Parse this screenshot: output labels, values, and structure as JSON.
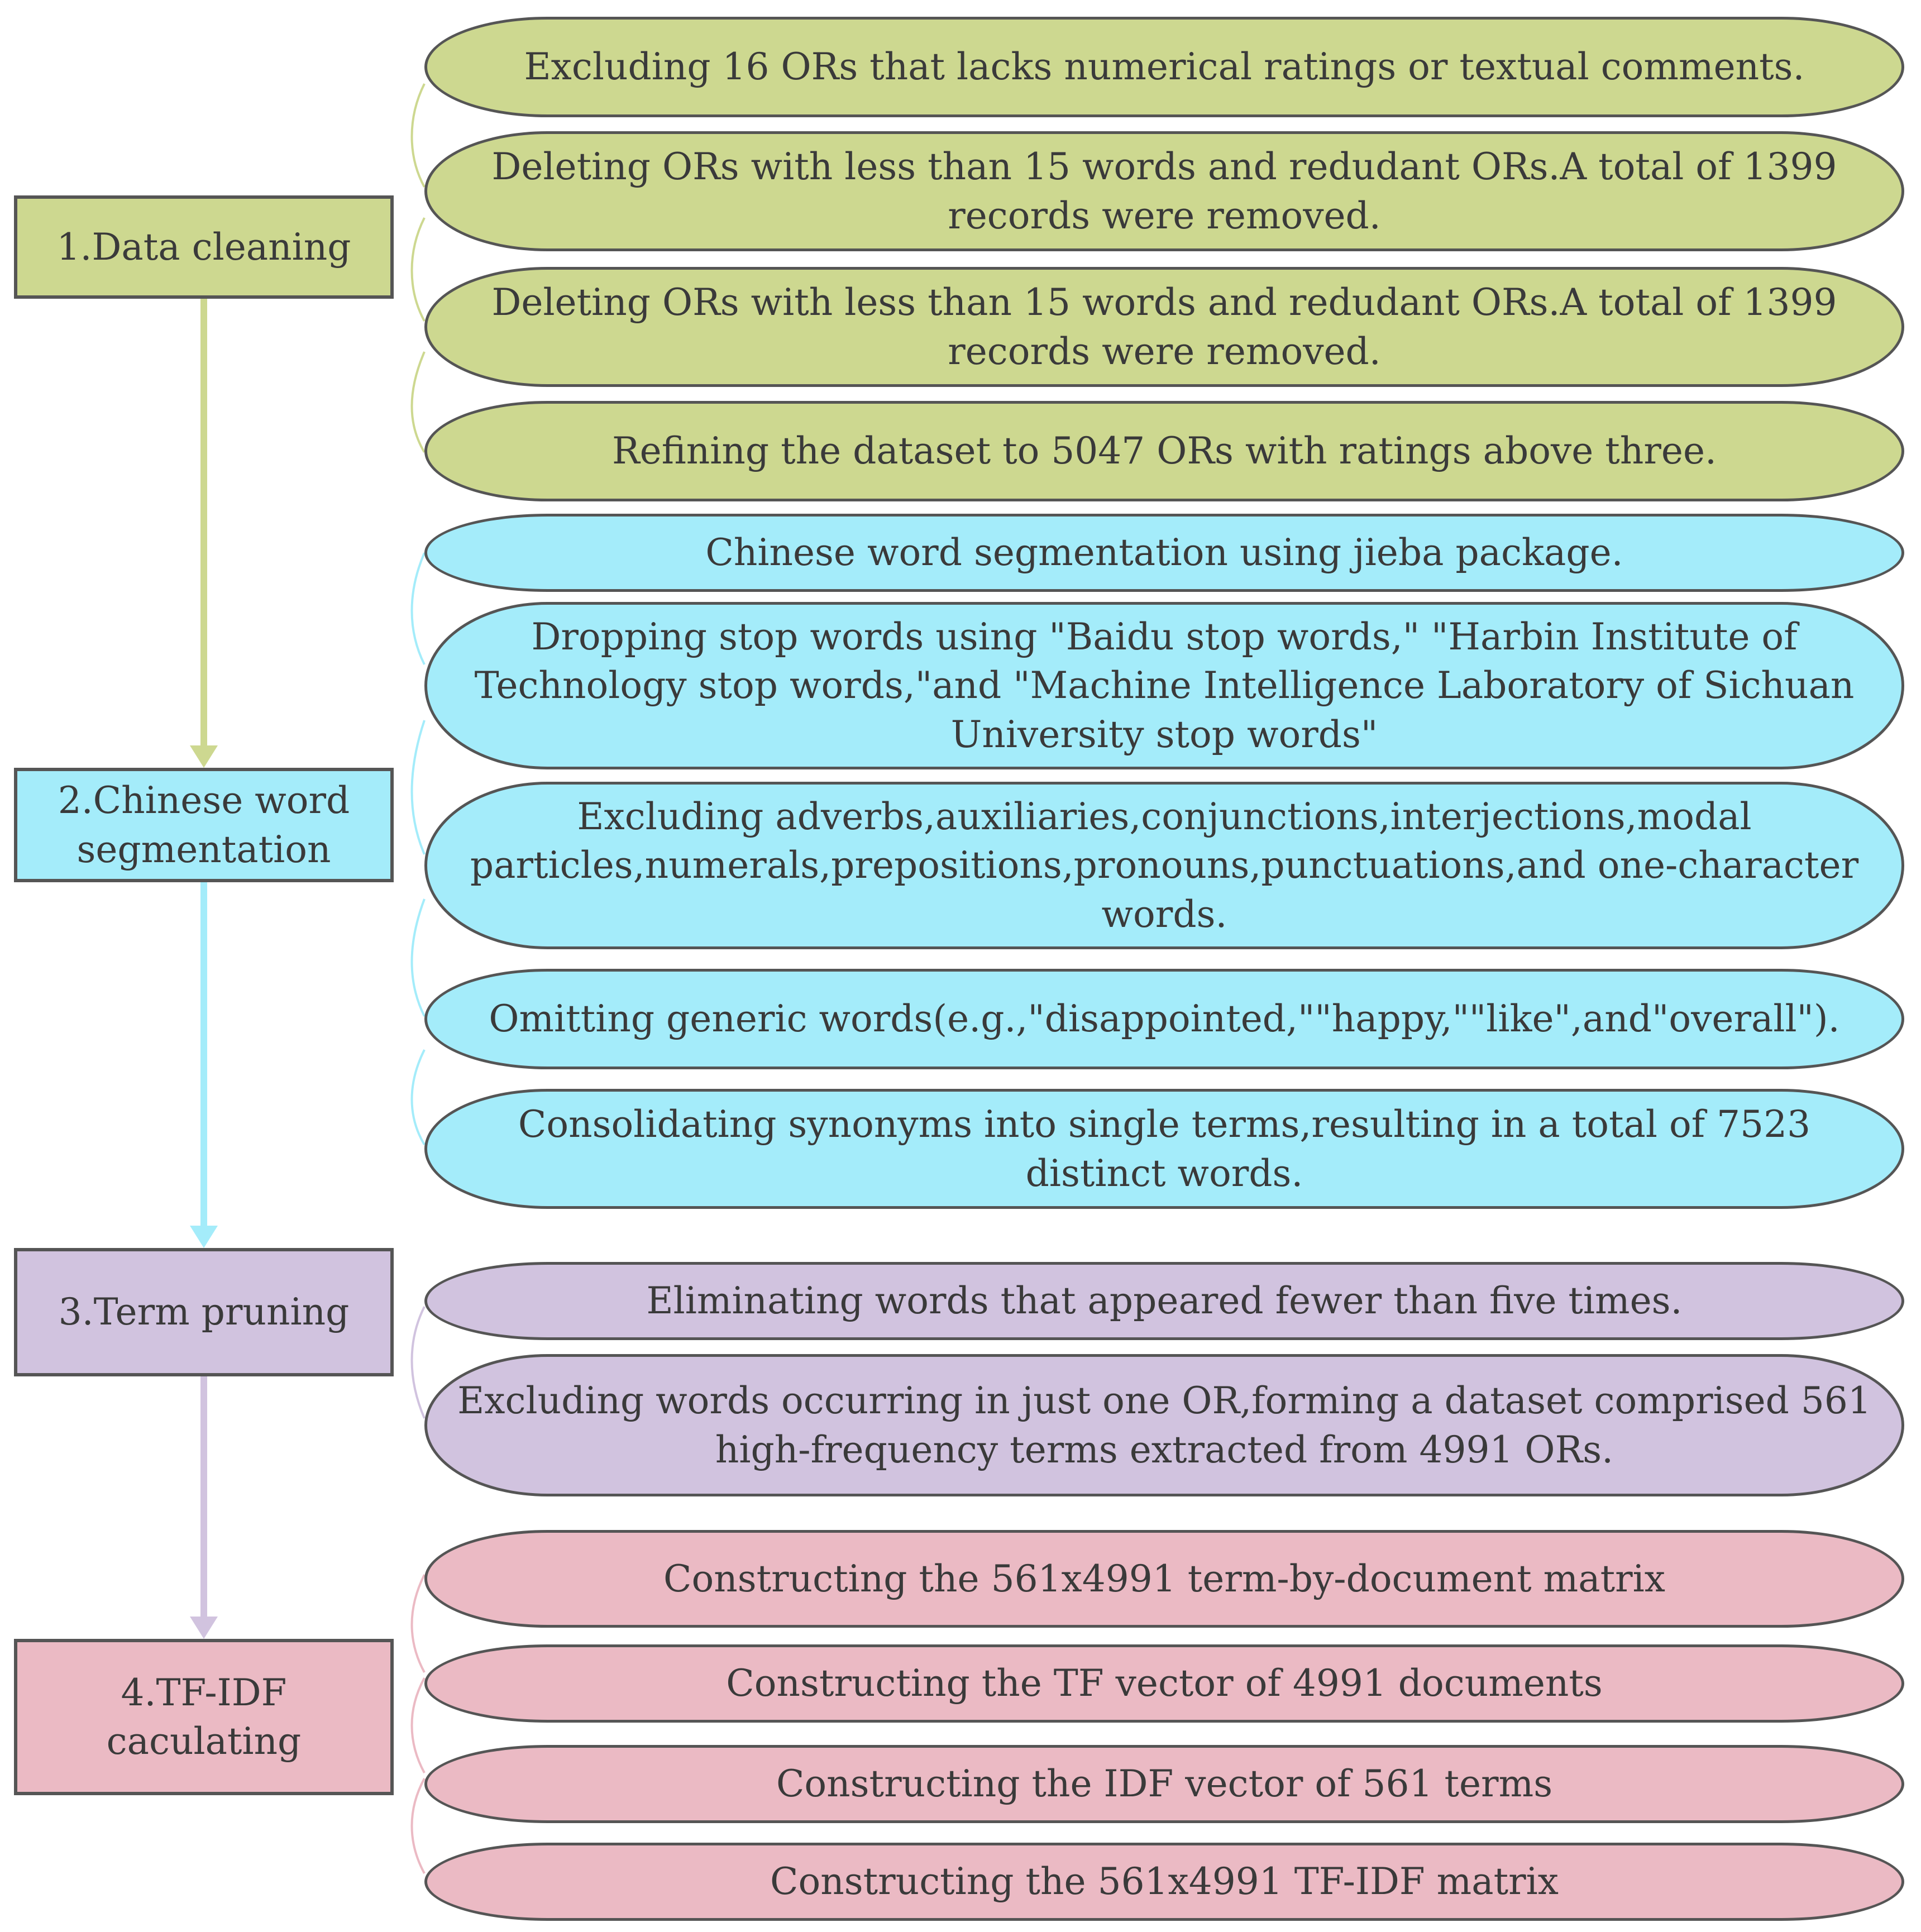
{
  "colors": {
    "data_cleaning": "#cdd890",
    "segmentation": "#a4ecfa",
    "term_pruning": "#d1c3df",
    "tfidf": "#ebbac4",
    "border": "#555555"
  },
  "steps": [
    {
      "label": "1.Data cleaning",
      "details": [
        "Excluding 16 ORs that lacks numerical ratings or textual comments.",
        "Deleting ORs with less than 15 words and redudant ORs.A total of 1399 records were removed.",
        "Deleting ORs with less than 15 words and redudant ORs.A total of 1399 records were removed.",
        "Refining  the dataset to 5047 ORs with ratings above three."
      ]
    },
    {
      "label": "2.Chinese word segmentation",
      "details": [
        "Chinese word  segmentation using jieba package.",
        "Dropping stop words using \"Baidu stop words,\" \"Harbin Institute of Technology stop words,\"and \"Machine Intelligence Laboratory of Sichuan University stop words\"",
        "Excluding adverbs,auxiliaries,conjunctions,interjections,modal particles,numerals,prepositions,pronouns,punctuations,and one-character words.",
        "Omitting generic words(e.g.,\"disappointed,\"\"happy,\"\"like\",and\"overall\").",
        "Consolidating synonyms into single terms,resulting in a total of 7523 distinct words."
      ]
    },
    {
      "label": "3.Term pruning",
      "details": [
        "Eliminating words that appeared fewer than five times.",
        "Excluding words occurring in just one OR,forming a dataset comprised 561 high-frequency terms extracted from 4991 ORs."
      ]
    },
    {
      "label": "4.TF-IDF caculating",
      "details": [
        "Constructing the 561x4991 term-by-document matrix",
        "Constructing the TF vector of 4991 documents",
        "Constructing the IDF vector of 561 terms",
        "Constructing the 561x4991 TF-IDF matrix"
      ]
    }
  ]
}
